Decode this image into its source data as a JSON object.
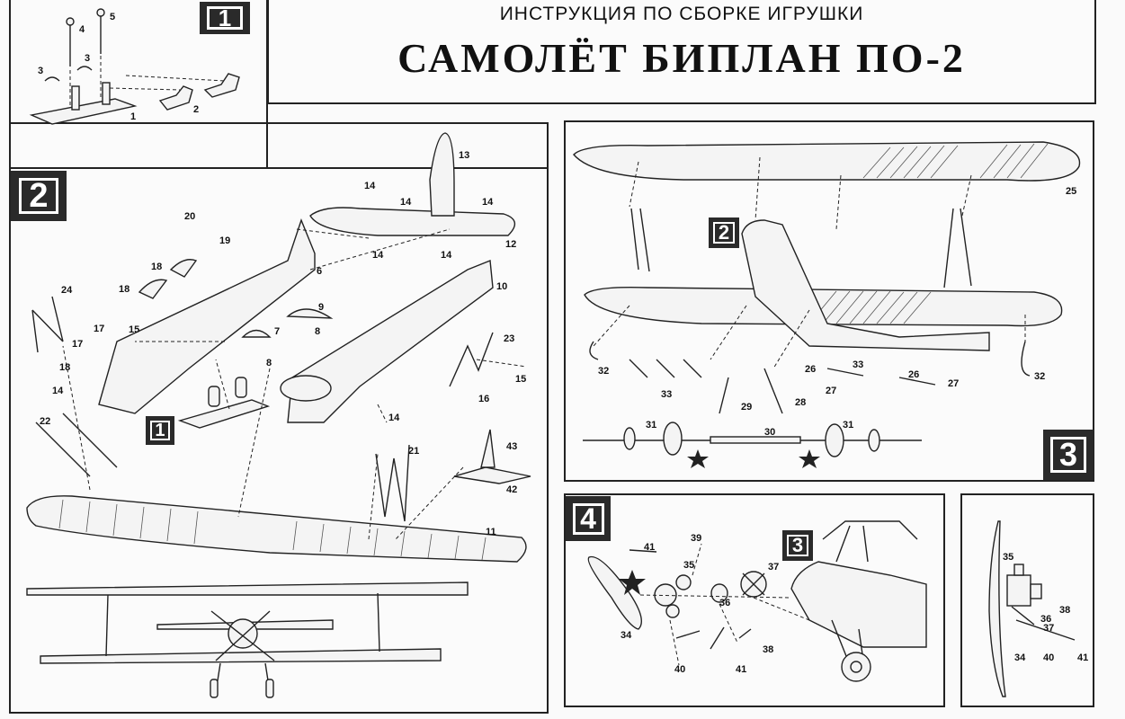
{
  "header": {
    "subtitle": "ИНСТРУКЦИЯ ПО СБОРКЕ ИГРУШКИ",
    "title": "САМОЛЁТ БИПЛАН ПО-2"
  },
  "steps": {
    "step1": "1",
    "step2": "2",
    "step3": "3",
    "step4": "4",
    "ref1": "1",
    "ref2": "2",
    "ref3": "3"
  },
  "part_labels": {
    "p1": "1",
    "p2": "2",
    "p3a": "3",
    "p3b": "3",
    "p4": "4",
    "p5": "5",
    "p6": "6",
    "p7": "7",
    "p8a": "8",
    "p8b": "8",
    "p9": "9",
    "p10": "10",
    "p11": "11",
    "p12": "12",
    "p13": "13",
    "p14a": "14",
    "p14b": "14",
    "p14c": "14",
    "p14d": "14",
    "p14e": "14",
    "p14f": "14",
    "p14g": "14",
    "p15a": "15",
    "p15b": "15",
    "p16": "16",
    "p17a": "17",
    "p17b": "17",
    "p18a": "18",
    "p18b": "18",
    "p18c": "18",
    "p19": "19",
    "p20": "20",
    "p21": "21",
    "p22": "22",
    "p23": "23",
    "p24": "24",
    "p25": "25",
    "p26a": "26",
    "p26b": "26",
    "p27a": "27",
    "p27b": "27",
    "p28": "28",
    "p29": "29",
    "p30": "30",
    "p31a": "31",
    "p31b": "31",
    "p32a": "32",
    "p32b": "32",
    "p33a": "33",
    "p33b": "33",
    "p34a": "34",
    "p34b": "34",
    "p35a": "35",
    "p35b": "35",
    "p36a": "36",
    "p36b": "36",
    "p37a": "37",
    "p37b": "37",
    "p38a": "38",
    "p38b": "38",
    "p39": "39",
    "p40a": "40",
    "p40b": "40",
    "p41a": "41",
    "p41b": "41",
    "p41c": "41",
    "p42": "42",
    "p43": "43"
  }
}
